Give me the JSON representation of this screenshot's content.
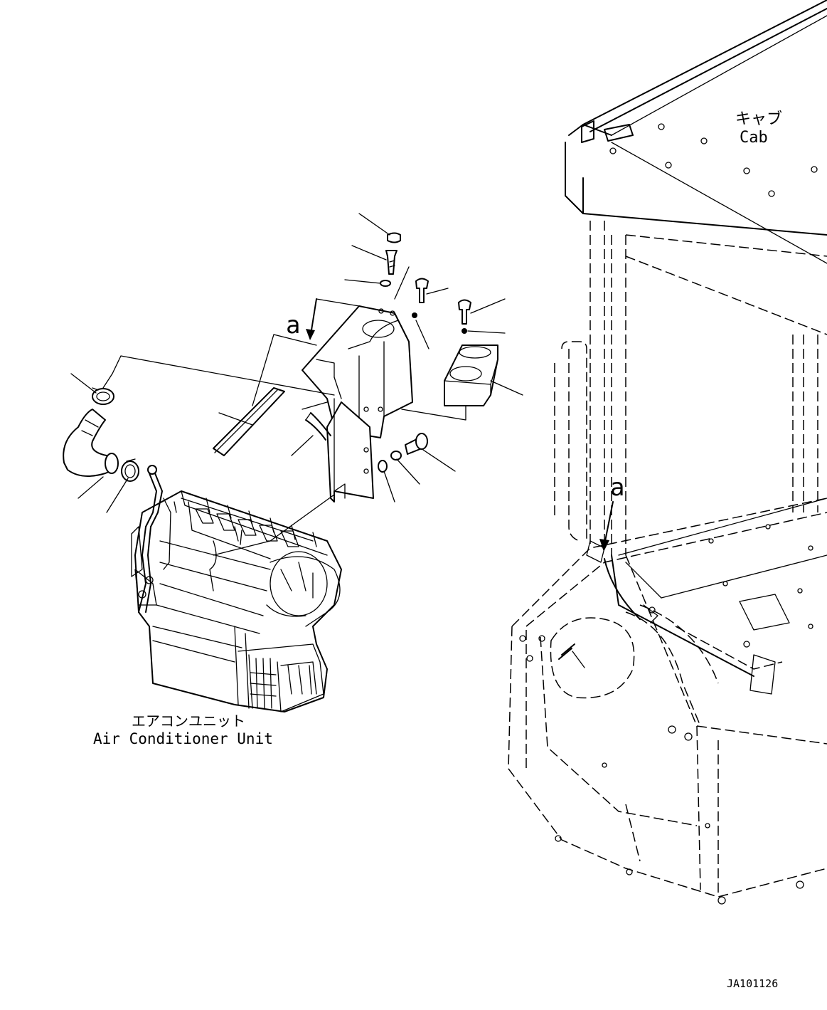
{
  "labels": {
    "cab_ja": "キャブ",
    "cab_en": "Cab",
    "ac_ja": "エアコンユニット",
    "ac_en": "Air Conditioner Unit",
    "view_a_left": "a",
    "view_a_right": "a",
    "drawing_id": "JA101126"
  },
  "colors": {
    "line": "#000000",
    "background": "#ffffff"
  }
}
